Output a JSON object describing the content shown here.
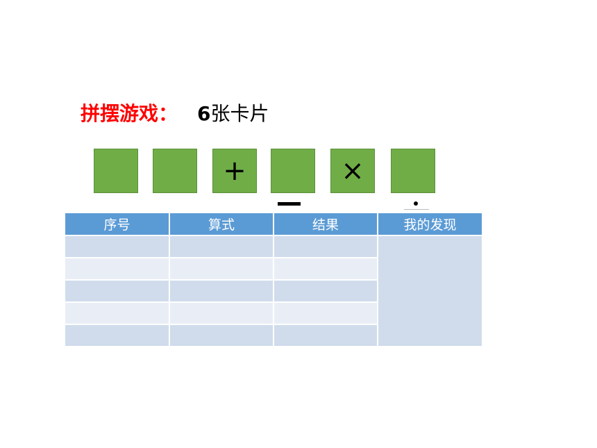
{
  "title": {
    "label": "拼摆游戏：",
    "count_number": "6",
    "count_text": "张卡片"
  },
  "cards": [
    {
      "symbol": ""
    },
    {
      "symbol": ""
    },
    {
      "symbol": "+"
    },
    {
      "symbol": ""
    },
    {
      "symbol": "×"
    },
    {
      "symbol": ""
    }
  ],
  "symbols_below": [
    {
      "name": "minus",
      "symbol": "−"
    },
    {
      "name": "divide",
      "symbol": "÷"
    }
  ],
  "table": {
    "headers": [
      "序号",
      "算式",
      "结果",
      "我的发现"
    ],
    "rows": [
      [
        "",
        "",
        ""
      ],
      [
        "",
        "",
        ""
      ],
      [
        "",
        "",
        ""
      ],
      [
        "",
        "",
        ""
      ],
      [
        "",
        "",
        ""
      ]
    ],
    "discovery": ""
  },
  "colors": {
    "title": "#ff0000",
    "card_fill": "#70ad47",
    "table_header": "#5b9bd5",
    "table_row_dark": "#d0dcec",
    "table_row_light": "#e9eef6"
  }
}
